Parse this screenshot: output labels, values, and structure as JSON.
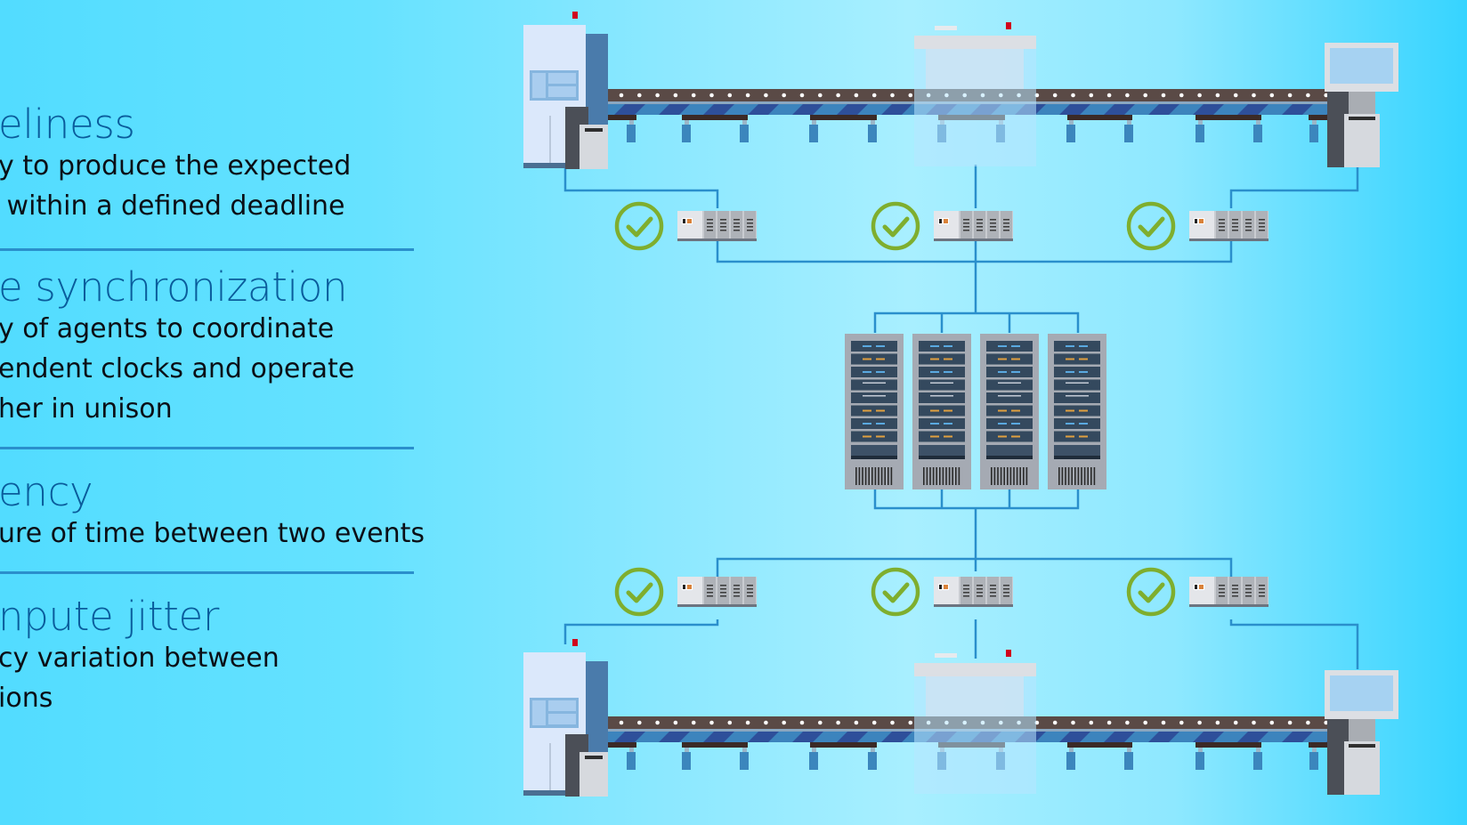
{
  "terms": [
    {
      "title": "eliness",
      "lines": [
        "y to produce the expected",
        " within a defined deadline"
      ]
    },
    {
      "title": "e synchronization",
      "lines": [
        "y of agents to coordinate",
        "endent clocks and operate",
        "her in unison"
      ]
    },
    {
      "title": "ency",
      "lines": [
        "ure of time between two events"
      ]
    },
    {
      "title": "npute jitter",
      "lines": [
        "cy variation between",
        "ions"
      ]
    }
  ],
  "diagram": {
    "production_lines": [
      "top-line",
      "bottom-line"
    ],
    "controllers_per_line": 3,
    "controller_status": "ok",
    "server_racks": 4
  },
  "colors": {
    "title": "#0a5c9c",
    "body": "#0b0f16",
    "divider": "#2a8fcc",
    "link": "#2a8fcc",
    "check": "#7fae2e",
    "rack": "#a5aab3",
    "rack_slot": "#34495e",
    "led_blue": "#5aa9e0",
    "led_orange": "#e0a040"
  }
}
